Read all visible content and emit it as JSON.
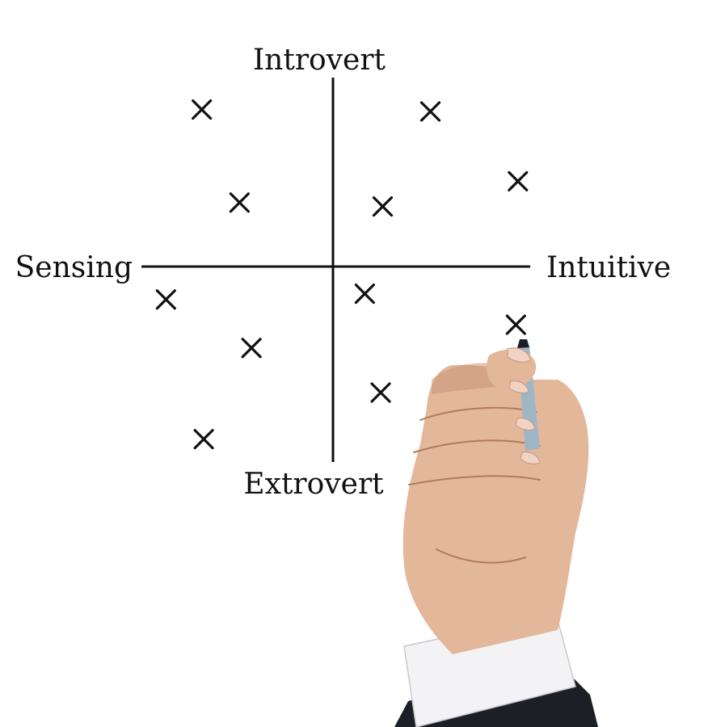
{
  "axes": {
    "top_label": "Introvert",
    "bottom_label": "Extrovert",
    "left_label": "Sensing",
    "right_label": "Intuitive",
    "x_range": [
      -1,
      1
    ],
    "y_range": [
      -1,
      1
    ]
  },
  "marks": {
    "symbol": "X",
    "color": "#111111",
    "points": [
      {
        "x": -0.66,
        "y": 0.81
      },
      {
        "x": -0.47,
        "y": 0.33
      },
      {
        "x": -0.84,
        "y": -0.17
      },
      {
        "x": -0.41,
        "y": -0.42
      },
      {
        "x": -0.65,
        "y": -0.89
      },
      {
        "x": 0.49,
        "y": 0.8
      },
      {
        "x": 0.93,
        "y": 0.44
      },
      {
        "x": 0.25,
        "y": 0.31
      },
      {
        "x": 0.16,
        "y": -0.14
      },
      {
        "x": 0.92,
        "y": -0.3
      },
      {
        "x": 0.24,
        "y": -0.65
      }
    ]
  },
  "illustration": {
    "hand": "hand-holding-marker-icon",
    "marker_color": "#9fb6c6",
    "ink_color": "#111111"
  }
}
